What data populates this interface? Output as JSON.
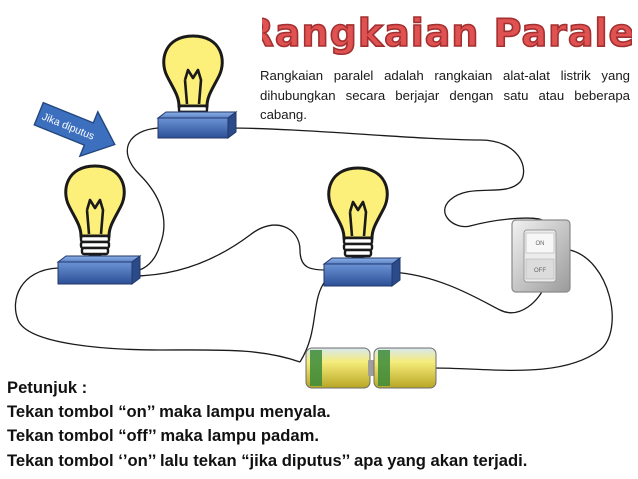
{
  "title": "Rangkaian Paralel",
  "description": "Rangkaian paralel adalah rangkaian alat-alat listrik yang dihubungkan secara berjajar dengan satu atau beberapa cabang.",
  "arrow_label": "Jika diputus",
  "switch": {
    "on_label": "ON",
    "off_label": "OFF"
  },
  "instructions": {
    "heading": "Petunjuk :",
    "lines": [
      "Tekan tombol “on’’ maka lampu menyala.",
      "Tekan tombol “off’’ maka lampu padam.",
      "Tekan tombol ‘’on’’ lalu tekan “jika diputus’’ apa yang akan terjadi."
    ]
  },
  "colors": {
    "title_fill": "#e05252",
    "title_outline": "#a33030",
    "bulb_glow": "#fdf07a",
    "bulb_stroke": "#1a1a1a",
    "base_blue": "#3f6fbf",
    "arrow_blue": "#3c6fbd",
    "battery_yellow": "#f2e35a",
    "battery_green": "#3b8b3b",
    "switch_grey": "#d9d9d9"
  }
}
